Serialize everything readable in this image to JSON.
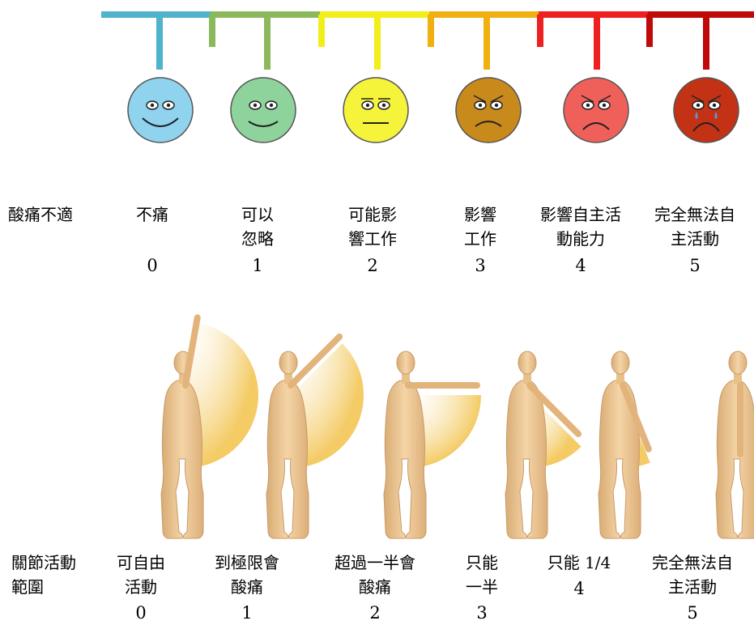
{
  "pain_scale": {
    "row_label": "酸痛不適",
    "levels": [
      {
        "score": "0",
        "line1": "不痛",
        "line2": "",
        "color": "#4fb3cc",
        "face": "#8fd3ee"
      },
      {
        "score": "1",
        "line1": "可以",
        "line2": "忽略",
        "color": "#8cb85c",
        "face": "#8fd39c"
      },
      {
        "score": "2",
        "line1": "可能影",
        "line2": "響工作",
        "color": "#f2ee1a",
        "face": "#f6f43a"
      },
      {
        "score": "3",
        "line1": "影響",
        "line2": "工作",
        "color": "#f0b010",
        "face": "#c98a1c"
      },
      {
        "score": "4",
        "line1": "影響自主活",
        "line2": "動能力",
        "color": "#ee2020",
        "face": "#f0605a"
      },
      {
        "score": "5",
        "line1": "完全無法自",
        "line2": "主活動",
        "color": "#c00a0a",
        "face": "#c33214"
      }
    ]
  },
  "rom_scale": {
    "row_label_line1": "關節活動",
    "row_label_line2": "範圍",
    "levels": [
      {
        "score": "0",
        "line1": "可自由",
        "line2": "活動",
        "arm_angle": 170
      },
      {
        "score": "1",
        "line1": "到極限會",
        "line2": "酸痛",
        "arm_angle": 135
      },
      {
        "score": "2",
        "line1": "超過一半會",
        "line2": "酸痛",
        "arm_angle": 90
      },
      {
        "score": "3",
        "line1": "只能",
        "line2": "一半",
        "arm_angle": 45
      },
      {
        "score": "4",
        "line1": "只能 1/4",
        "line2": "",
        "arm_angle": 22
      },
      {
        "score": "5",
        "line1": "完全無法自",
        "line2": "主活動",
        "arm_angle": 0
      }
    ]
  }
}
